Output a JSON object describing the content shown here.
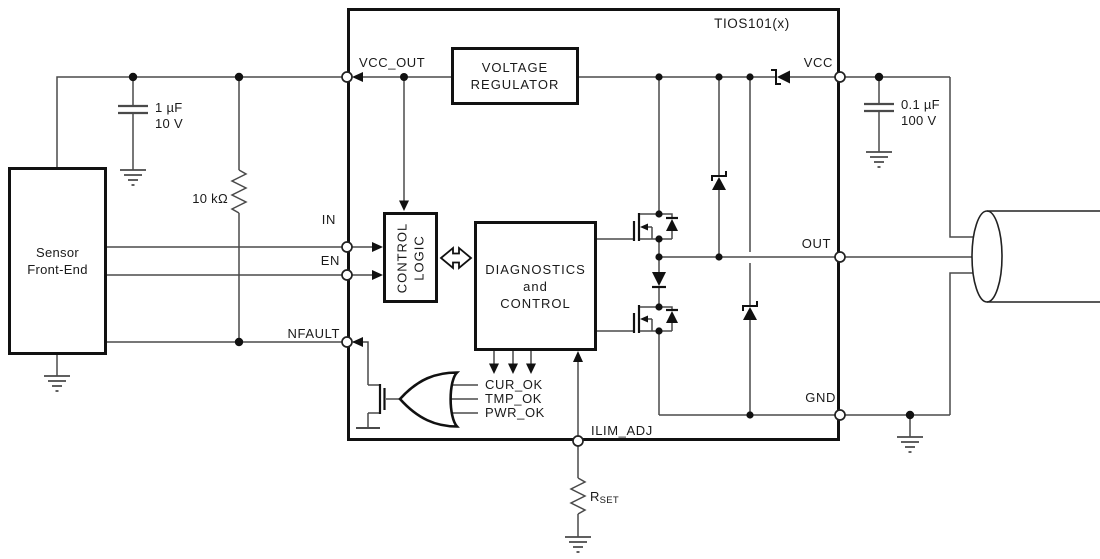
{
  "chip": {
    "title": "TIOS101(x)"
  },
  "blocks": {
    "sensor": {
      "line1": "Sensor",
      "line2": "Front-End"
    },
    "voltage_regulator": {
      "line1": "VOLTAGE",
      "line2": "REGULATOR"
    },
    "control_logic": {
      "line1": "CONTROL",
      "line2": "LOGIC"
    },
    "diagnostics": {
      "line1": "DIAGNOSTICS",
      "line2": "and",
      "line3": "CONTROL"
    }
  },
  "pins": {
    "vcc_out": "VCC_OUT",
    "in": "IN",
    "en": "EN",
    "nfault": "NFAULT",
    "vcc": "VCC",
    "out": "OUT",
    "gnd": "GND",
    "ilim_adj": "ILIM_ADJ"
  },
  "status_signals": {
    "cur_ok": "CUR_OK",
    "tmp_ok": "TMP_OK",
    "pwr_ok": "PWR_OK"
  },
  "components": {
    "bypass_cap_vcc_out": {
      "value": "1 µF",
      "rating": "10 V"
    },
    "pullup_resistor": {
      "value": "10 kΩ"
    },
    "bypass_cap_vcc": {
      "value": "0.1 µF",
      "rating": "100 V"
    },
    "current_limit_resistor": {
      "label": "R",
      "subscript": "SET"
    }
  }
}
